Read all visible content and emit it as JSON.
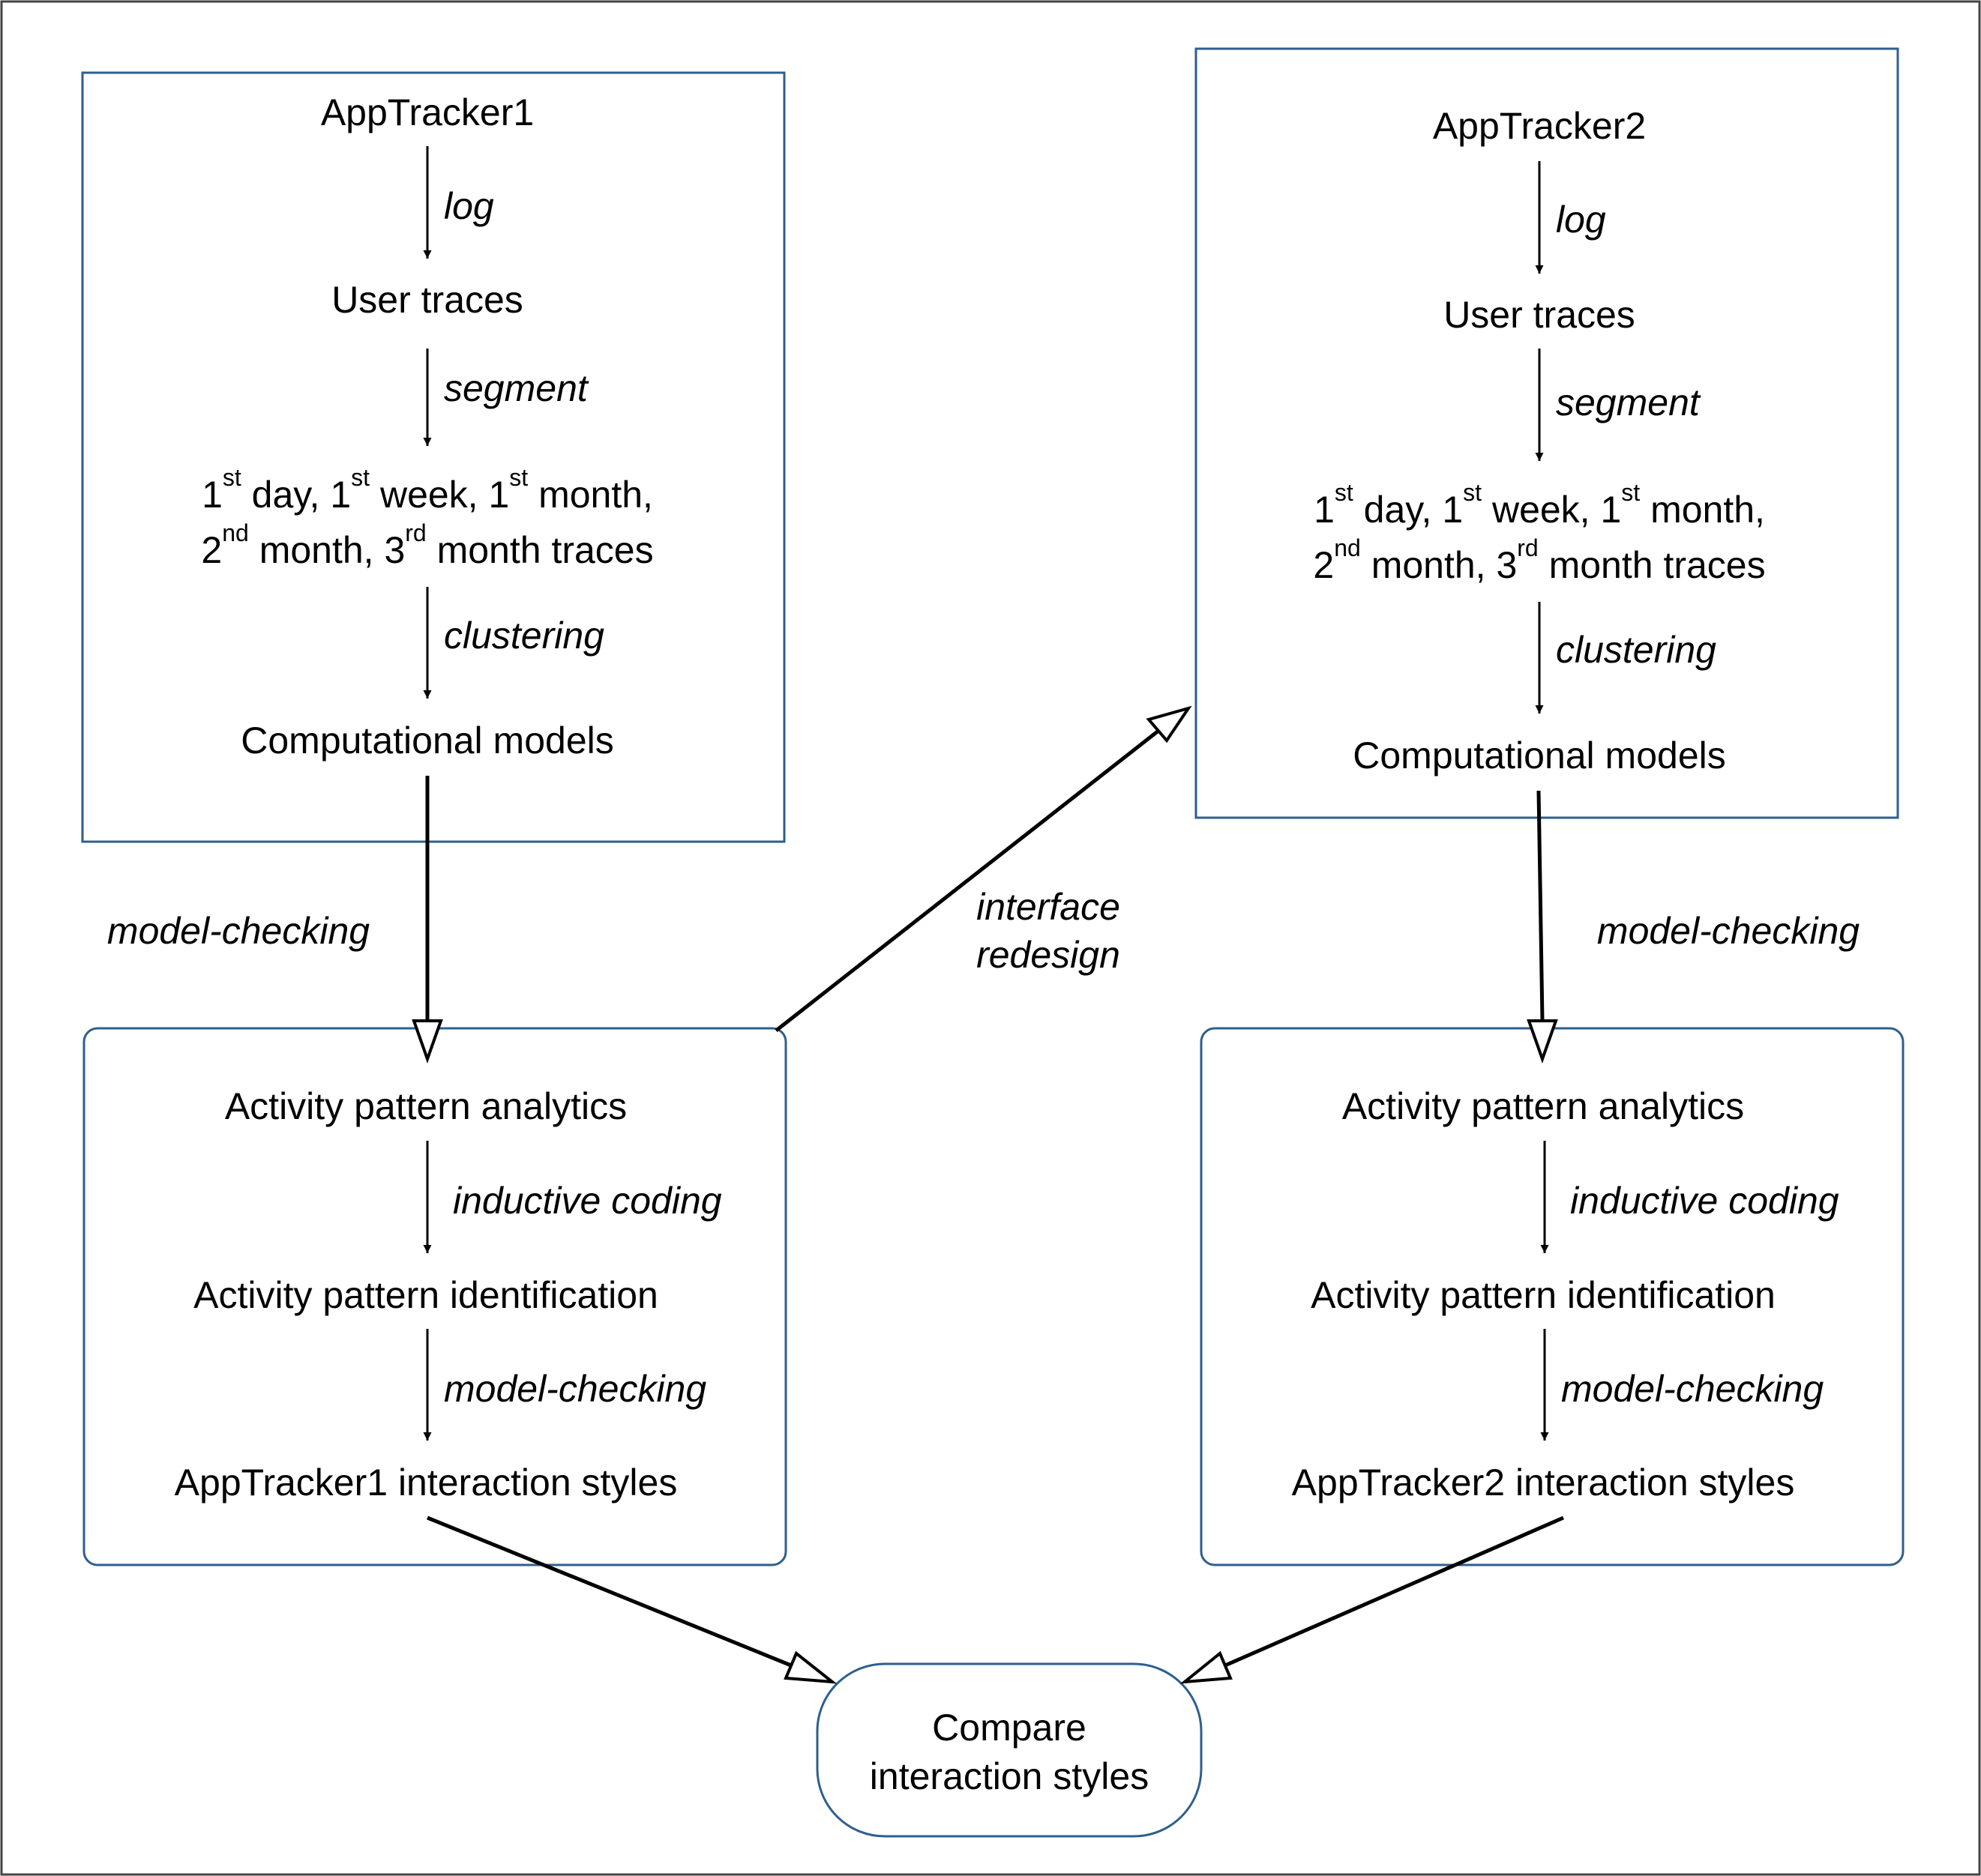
{
  "colors": {
    "box_border": "#2e5f8e",
    "frame_border": "#444444",
    "arrow": "#000000"
  },
  "blocks": {
    "apptracker1": {
      "source": "AppTracker1",
      "step1": "log",
      "traces": "User traces",
      "step2": "segment",
      "segments": [
        {
          "num": "1",
          "sup": "st",
          "rest": " day, "
        },
        {
          "num": "1",
          "sup": "st",
          "rest": " week, "
        },
        {
          "num": "1",
          "sup": "st",
          "rest": " month,"
        },
        {
          "num": "2",
          "sup": "nd",
          "rest": " month, "
        },
        {
          "num": "3",
          "sup": "rd",
          "rest": " month traces"
        }
      ],
      "step3": "clustering",
      "models": "Computational models"
    },
    "apptracker2": {
      "source": "AppTracker2",
      "step1": "log",
      "traces": "User traces",
      "step2": "segment",
      "segments": [
        {
          "num": "1",
          "sup": "st",
          "rest": " day, "
        },
        {
          "num": "1",
          "sup": "st",
          "rest": " week, "
        },
        {
          "num": "1",
          "sup": "st",
          "rest": " month,"
        },
        {
          "num": "2",
          "sup": "nd",
          "rest": " month, "
        },
        {
          "num": "3",
          "sup": "rd",
          "rest": " month traces"
        }
      ],
      "step3": "clustering",
      "models": "Computational models"
    }
  },
  "analytics": {
    "left": {
      "analytics": "Activity pattern analytics",
      "step1": "inductive coding",
      "identification": "Activity pattern identification",
      "step2": "model-checking",
      "styles": "AppTracker1 interaction styles"
    },
    "right": {
      "analytics": "Activity pattern analytics",
      "step1": "inductive coding",
      "identification": "Activity pattern identification",
      "step2": "model-checking",
      "styles": "AppTracker2 interaction styles"
    }
  },
  "links": {
    "model_checking_left": "model-checking",
    "model_checking_right": "model-checking",
    "redesign_line1": "interface",
    "redesign_line2": "redesign"
  },
  "compare": {
    "line1": "Compare",
    "line2": "interaction styles"
  }
}
